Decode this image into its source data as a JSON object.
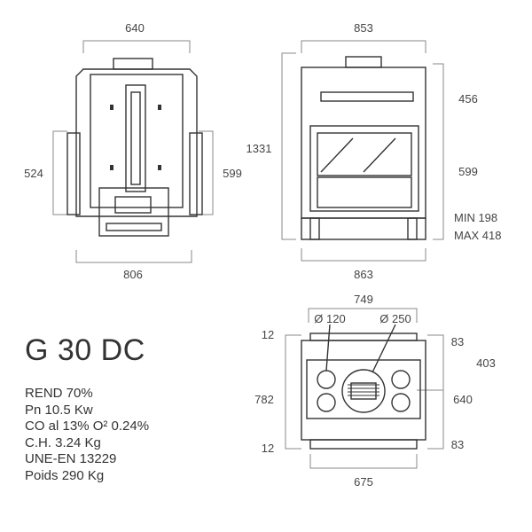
{
  "model": "G 30 DC",
  "specs": [
    "REND 70%",
    "Pn 10.5 Kw",
    "CO al 13% O² 0.24%",
    "C.H. 3.24 Kg",
    "UNE-EN 13229",
    "Poids 290 Kg"
  ],
  "side_view": {
    "top_width": "640",
    "bottom_width": "806",
    "left_height": "524",
    "right_height": "599"
  },
  "front_view": {
    "width_top": "853",
    "width_bottom": "863",
    "total_height": "1331",
    "upper_height": "456",
    "glass_height": "599",
    "min": "MIN 198",
    "max": "MAX 418"
  },
  "top_view": {
    "width_top": "749",
    "width_bottom": "675",
    "duct_small": "Ø 120",
    "duct_large": "Ø 250",
    "left_top": "12",
    "left_height": "782",
    "left_bottom": "12",
    "right_top": "83",
    "right_half": "403",
    "right_height": "640",
    "right_bottom": "83"
  },
  "colors": {
    "line": "#333333",
    "dimension": "#8a8a8a"
  }
}
